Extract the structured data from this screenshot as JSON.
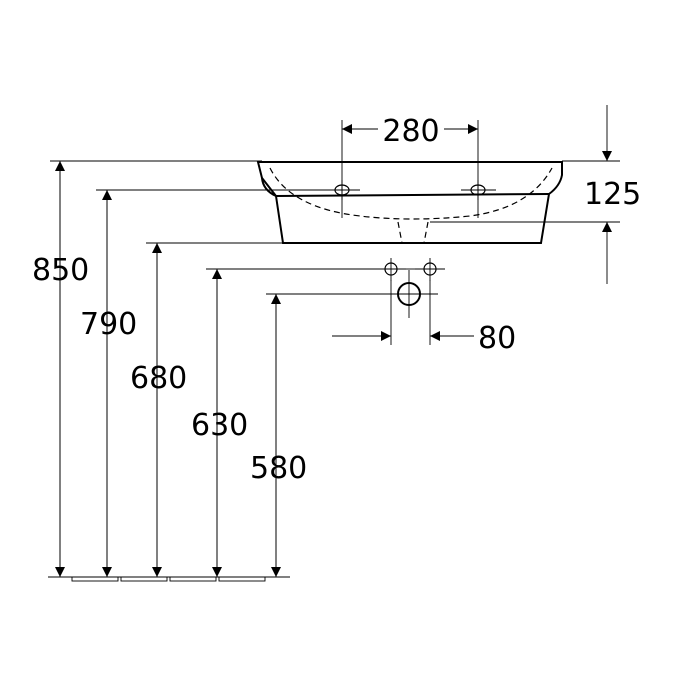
{
  "dimensions": {
    "tap_spacing": "280",
    "bowl_depth": "125",
    "waste_spacing": "80",
    "height_total": "850",
    "height_tap_holes": "790",
    "height_bowl_bottom": "680",
    "height_supply": "630",
    "height_waste": "580"
  }
}
